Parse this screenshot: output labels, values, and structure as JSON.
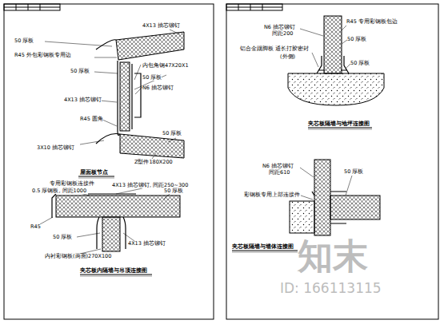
{
  "diagram": {
    "labels": [
      "4X13 抽芯铆钉",
      "50 厚板",
      "R45 外包彩钢板专用边",
      "50 厚板",
      "内包角钢47X20X1",
      "50 厚板",
      "N6 抽芯铆钉",
      "4X13 抽芯铆钉",
      "R45 圆角",
      "50 厚板",
      "3X10 抽芯铆钉",
      "Z型件180X200",
      "屋面板节点",
      "0.5 厚钢板, 间距1000",
      "专用彩钢板连接件",
      "4X13 抽芯铆钉, 间距250~300",
      "50 厚板",
      "R45",
      "50 厚板",
      "4X13 抽芯铆钉",
      "内衬彩钢板(两面)270X100",
      "夹芯板内隔墙与吊顶连接图",
      "N6 抽芯铆钉",
      "间距200",
      "R45 专用彩钢板包边",
      "50 厚板",
      "铝合金踢脚板 通长打胶密封",
      "(外侧)",
      "50 厚板",
      "夹芯板隔墙与地坪连接图",
      "N6 抽芯铆钉",
      "间距610",
      "50 厚板",
      "彩钢板专用上部连接件",
      "夹芯板隔墙与墙体连接图",
      "知末",
      "ID: 166113115"
    ]
  }
}
